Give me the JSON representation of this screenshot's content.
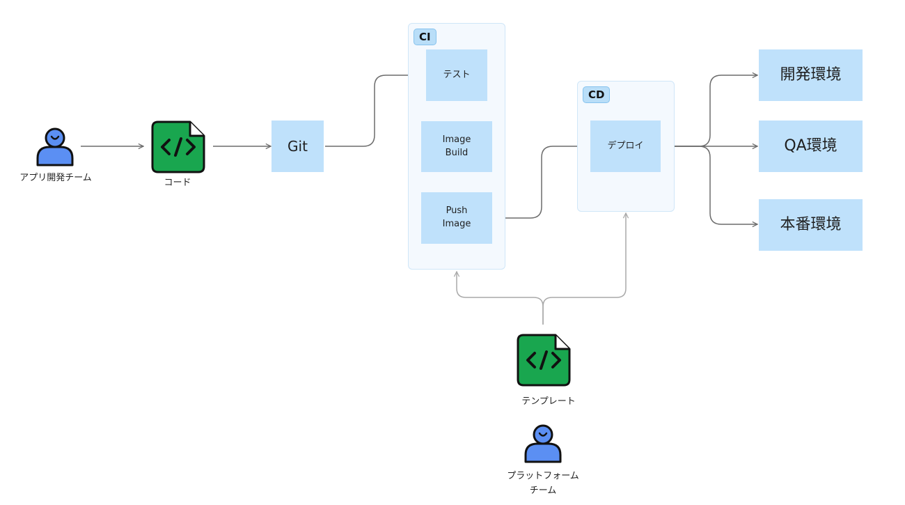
{
  "actors": {
    "app_team": {
      "label": "アプリ開発チーム",
      "icon": "person-icon",
      "color": "#5b8ff3"
    },
    "platform_team": {
      "label": "プラットフォーム\nチーム",
      "icon": "person-icon",
      "color": "#5b8ff3"
    }
  },
  "artifacts": {
    "code": {
      "label": "コード",
      "icon": "code-file-icon",
      "color": "#19a64f"
    },
    "template": {
      "label": "テンプレート",
      "icon": "code-file-icon",
      "color": "#19a64f"
    }
  },
  "nodes": {
    "git": "Git",
    "ci_test": "テスト",
    "ci_build": "Image\nBuild",
    "ci_push": "Push\nImage",
    "cd_deploy": "デプロイ",
    "env_dev": "開発環境",
    "env_qa": "QA環境",
    "env_prod": "本番環境"
  },
  "groups": {
    "ci": "CI",
    "cd": "CD"
  },
  "colors": {
    "node_fill": "#bfe1fb",
    "group_fill": "#f4f9fe",
    "group_tag": "#b9def8",
    "arrow_dark": "#6b6b6b",
    "arrow_light": "#a9a9a9"
  }
}
